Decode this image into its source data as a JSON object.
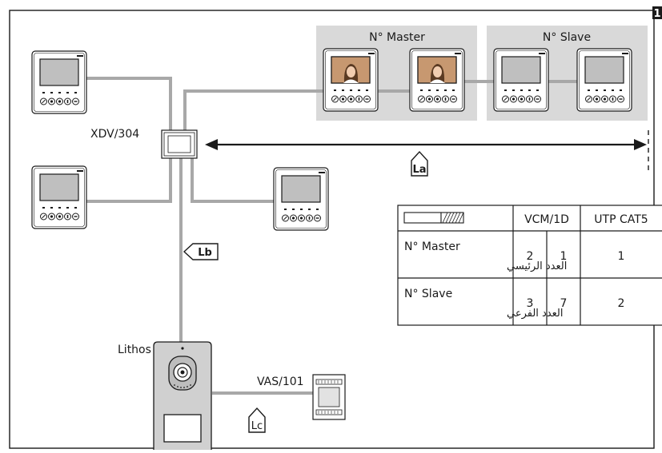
{
  "page": {
    "number": "1"
  },
  "groups": {
    "master": "N° Master",
    "slave": "N° Slave"
  },
  "devices": {
    "distributor": "XDV/304",
    "panel": "Lithos",
    "power": "VAS/101"
  },
  "cables": {
    "la": "La",
    "lb": "Lb",
    "lc": "Lc"
  },
  "table": {
    "headers": [
      "VCM/1D",
      "UTP CAT5"
    ],
    "rows": [
      {
        "label": "N° Master",
        "label_ar": "العدد الرئيسي",
        "values": [
          "2",
          "1",
          "1"
        ]
      },
      {
        "label": "N° Slave",
        "label_ar": "العدد الفرعي",
        "values": [
          "3",
          "7",
          "2"
        ]
      }
    ]
  },
  "colors": {
    "wire": "#a8a8a8",
    "shade": "#d9d9d9",
    "line": "#1a1a1a"
  }
}
